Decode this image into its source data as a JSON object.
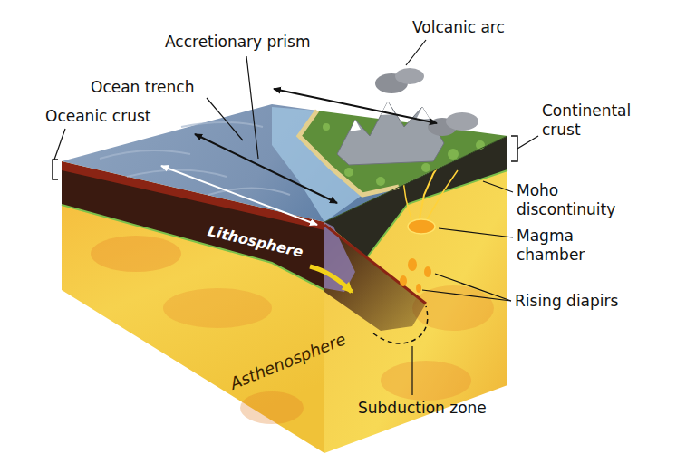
{
  "diagram": {
    "labels": [
      "Accretionary prism",
      "Volcanic arc",
      "Ocean trench",
      "Oceanic crust",
      "Continental crust",
      "Moho discontinuity",
      "Magma chamber",
      "Lithosphere",
      "Rising diapirs",
      "Asthenosphere",
      "Subduction zone"
    ]
  }
}
